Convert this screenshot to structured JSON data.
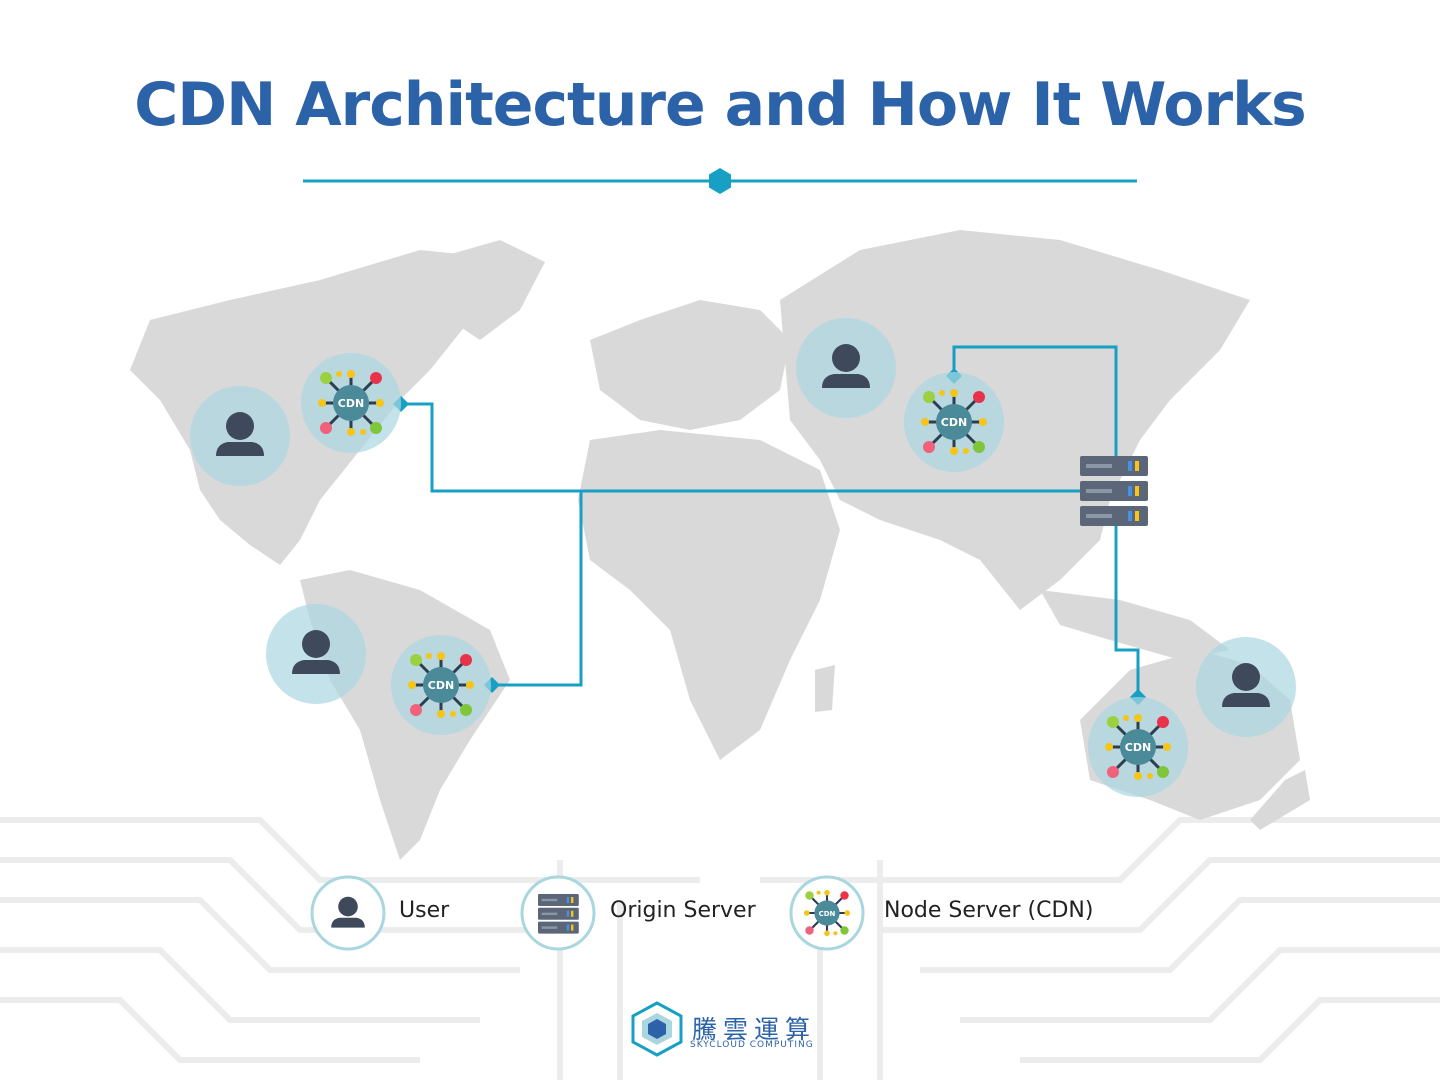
{
  "title": "CDN Architecture and How It Works",
  "node_badge_text": "CDN",
  "legend": [
    {
      "key": "user",
      "label": "User"
    },
    {
      "key": "origin",
      "label": "Origin Server"
    },
    {
      "key": "node",
      "label": "Node Server (CDN)"
    }
  ],
  "logo": {
    "chinese": "騰雲運算",
    "english": "SKYCLOUD COMPUTING"
  },
  "colors": {
    "title": "#2b62a8",
    "link": "#17a0c3",
    "land": "#d9d9d9",
    "circle": "#a9d6df",
    "user": "#3e4a5c",
    "hub": "#4a8a99"
  },
  "locations": [
    {
      "id": "north-america",
      "has_user": true,
      "has_node": true
    },
    {
      "id": "south-america",
      "has_user": true,
      "has_node": true
    },
    {
      "id": "russia",
      "has_user": true,
      "has_node": true
    },
    {
      "id": "australia",
      "has_user": true,
      "has_node": true
    },
    {
      "id": "east-asia-origin",
      "has_origin": true
    }
  ]
}
